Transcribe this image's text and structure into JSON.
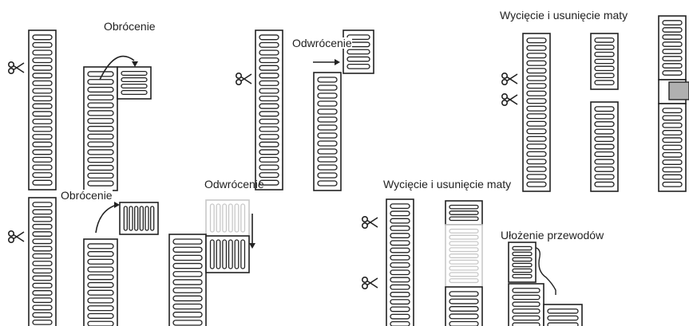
{
  "labels": {
    "obrocenie_top": "Obrócenie",
    "odwrocenie_top": "Odwrócenie",
    "wyciecie_top": "Wycięcie i usunięcie maty",
    "obrocenie_bottom": "Obrócenie",
    "odwrocenie_bottom": "Odwrócenie",
    "wyciecie_bottom": "Wycięcie i usunięcie maty",
    "ulozenie": "Ułożenie przewodów"
  },
  "icons": {
    "cut": "scissors-icon",
    "turn": "curved-arrow-icon",
    "shift": "straight-arrow-icon"
  },
  "colors": {
    "stroke": "#222222",
    "removed_fill": "#b0b0b0",
    "ghost": "#c8c8c8"
  }
}
